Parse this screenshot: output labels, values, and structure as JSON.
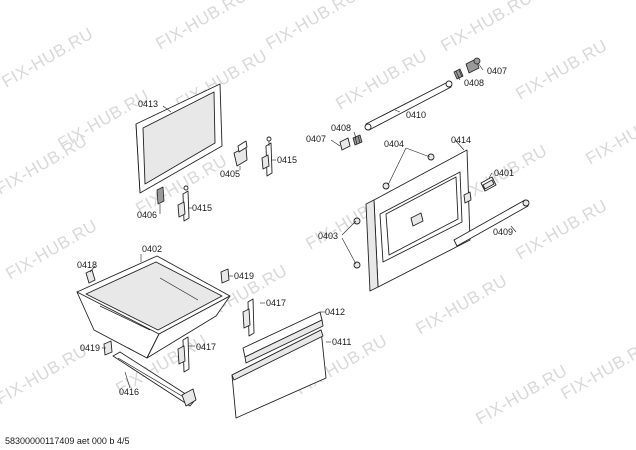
{
  "watermark": {
    "text": "FIX-HUB.RU"
  },
  "parts": {
    "p0401": "0401",
    "p0402": "0402",
    "p0403": "0403",
    "p0404": "0404",
    "p0405": "0405",
    "p0406": "0406",
    "p0407a": "0407",
    "p0407b": "0407",
    "p0408a": "0408",
    "p0408b": "0408",
    "p0409": "0409",
    "p0410": "0410",
    "p0411": "0411",
    "p0412": "0412",
    "p0413": "0413",
    "p0414": "0414",
    "p0415a": "0415",
    "p0415b": "0415",
    "p0416": "0416",
    "p0417a": "0417",
    "p0417b": "0417",
    "p0418": "0418",
    "p0419a": "0419",
    "p0419b": "0419"
  },
  "footer": {
    "doc_code": "58300000117409 aet 000 b 4/5"
  },
  "colors": {
    "watermark": "#d9d9d9",
    "line": "#222222",
    "background": "#ffffff"
  }
}
